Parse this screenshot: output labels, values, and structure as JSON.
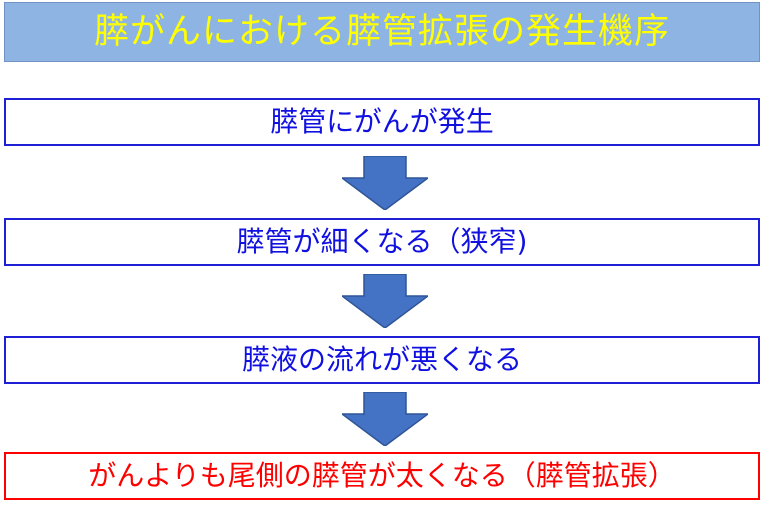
{
  "title": "膵がんにおける膵管拡張の発生機序",
  "steps": [
    "膵管にがんが発生",
    "膵管が細くなる（狭窄)",
    "膵液の流れが悪くなる",
    "がんよりも尾側の膵管が太くなる（膵管拡張）"
  ],
  "colors": {
    "title_background": "#8eb4e3",
    "title_text": "#ffff00",
    "step_border": "#1f1fd6",
    "step_text": "#1010e0",
    "final_step": "#ff0000",
    "arrow_fill": "#4472c4",
    "arrow_stroke": "#2f5597"
  }
}
